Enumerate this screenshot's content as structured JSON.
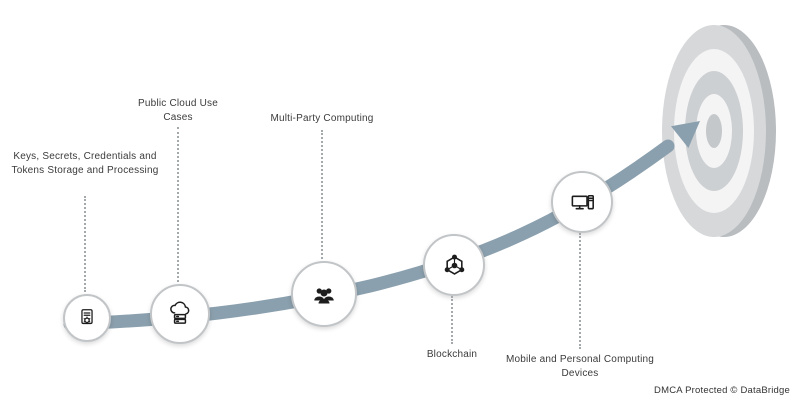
{
  "milestones": [
    {
      "label": "Keys, Secrets, Credentials and Tokens Storage and Processing",
      "icon": "gear-document-icon",
      "label_position": "above"
    },
    {
      "label": "Public Cloud Use Cases",
      "icon": "cloud-server-icon",
      "label_position": "above"
    },
    {
      "label": "Multi-Party Computing",
      "icon": "people-group-icon",
      "label_position": "above"
    },
    {
      "label": "Blockchain",
      "icon": "blockchain-hexagon-icon",
      "label_position": "below"
    },
    {
      "label": "Mobile and Personal Computing Devices",
      "icon": "computing-devices-icon",
      "label_position": "below"
    }
  ],
  "footer": {
    "text": "DMCA Protected © DataBridge"
  },
  "colors": {
    "arrow": "#8ba0ae",
    "circle_border": "#c2c5c7",
    "connector": "#a4a9ac",
    "icon": "#1d1d1d",
    "target_outer": "#d6d8d9",
    "target_light_ring": "#f4f4f5",
    "target_mid_ring": "#cdd0d2",
    "target_center": "#c5c8ca",
    "target_depth": "#b9bdc0"
  }
}
